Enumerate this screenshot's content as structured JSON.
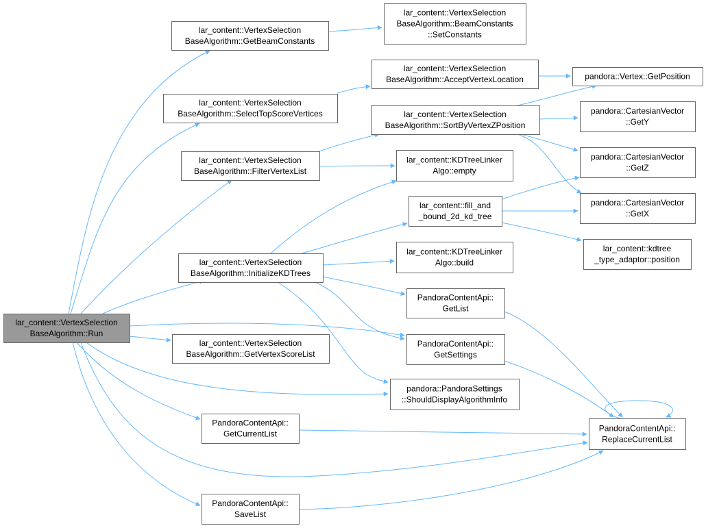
{
  "colors": {
    "node_fill": "#ffffff",
    "node_border": "#666666",
    "root_fill": "#999999",
    "root_border": "#666666",
    "edge": "#63b8ff"
  },
  "nodes": [
    {
      "id": "run",
      "lines": [
        "lar_content::VertexSelection",
        "BaseAlgorithm::Run"
      ],
      "root": true
    },
    {
      "id": "get_beam_constants",
      "lines": [
        "lar_content::VertexSelection",
        "BaseAlgorithm::GetBeamConstants"
      ]
    },
    {
      "id": "set_constants",
      "lines": [
        "lar_content::VertexSelection",
        "BaseAlgorithm::BeamConstants",
        "::SetConstants"
      ]
    },
    {
      "id": "accept_vertex_location",
      "lines": [
        "lar_content::VertexSelection",
        "BaseAlgorithm::AcceptVertexLocation"
      ]
    },
    {
      "id": "vertex_get_position",
      "lines": [
        "pandora::Vertex::GetPosition"
      ]
    },
    {
      "id": "select_top_score_vertices",
      "lines": [
        "lar_content::VertexSelection",
        "BaseAlgorithm::SelectTopScoreVertices"
      ]
    },
    {
      "id": "sort_by_vertex_z_position",
      "lines": [
        "lar_content::VertexSelection",
        "BaseAlgorithm::SortByVertexZPosition"
      ]
    },
    {
      "id": "cartesian_get_y",
      "lines": [
        "pandora::CartesianVector",
        "::GetY"
      ]
    },
    {
      "id": "filter_vertex_list",
      "lines": [
        "lar_content::VertexSelection",
        "BaseAlgorithm::FilterVertexList"
      ]
    },
    {
      "id": "kdtree_empty",
      "lines": [
        "lar_content::KDTreeLinker",
        "Algo::empty"
      ]
    },
    {
      "id": "cartesian_get_z",
      "lines": [
        "pandora::CartesianVector",
        "::GetZ"
      ]
    },
    {
      "id": "fill_and_bound",
      "lines": [
        "lar_content::fill_and",
        "_bound_2d_kd_tree"
      ]
    },
    {
      "id": "cartesian_get_x",
      "lines": [
        "pandora::CartesianVector",
        "::GetX"
      ]
    },
    {
      "id": "kdtree_type_adaptor_position",
      "lines": [
        "lar_content::kdtree",
        "_type_adaptor::position"
      ]
    },
    {
      "id": "initialize_kd_trees",
      "lines": [
        "lar_content::VertexSelection",
        "BaseAlgorithm::InitializeKDTrees"
      ]
    },
    {
      "id": "kdtree_build",
      "lines": [
        "lar_content::KDTreeLinker",
        "Algo::build"
      ]
    },
    {
      "id": "api_get_list",
      "lines": [
        "PandoraContentApi::",
        "GetList"
      ]
    },
    {
      "id": "api_get_settings",
      "lines": [
        "PandoraContentApi::",
        "GetSettings"
      ]
    },
    {
      "id": "get_vertex_score_list",
      "lines": [
        "lar_content::VertexSelection",
        "BaseAlgorithm::GetVertexScoreList"
      ]
    },
    {
      "id": "should_display_algorithm_info",
      "lines": [
        "pandora::PandoraSettings",
        "::ShouldDisplayAlgorithmInfo"
      ]
    },
    {
      "id": "api_get_current_list",
      "lines": [
        "PandoraContentApi::",
        "GetCurrentList"
      ]
    },
    {
      "id": "api_replace_current_list",
      "lines": [
        "PandoraContentApi::",
        "ReplaceCurrentList"
      ]
    },
    {
      "id": "api_save_list",
      "lines": [
        "PandoraContentApi::",
        "SaveList"
      ]
    }
  ],
  "edges": [
    [
      "run",
      "get_beam_constants"
    ],
    [
      "run",
      "select_top_score_vertices"
    ],
    [
      "run",
      "filter_vertex_list"
    ],
    [
      "run",
      "initialize_kd_trees"
    ],
    [
      "run",
      "api_get_settings"
    ],
    [
      "run",
      "get_vertex_score_list"
    ],
    [
      "run",
      "should_display_algorithm_info"
    ],
    [
      "run",
      "api_get_current_list"
    ],
    [
      "run",
      "api_replace_current_list"
    ],
    [
      "run",
      "api_save_list"
    ],
    [
      "get_beam_constants",
      "set_constants"
    ],
    [
      "select_top_score_vertices",
      "accept_vertex_location"
    ],
    [
      "accept_vertex_location",
      "vertex_get_position"
    ],
    [
      "filter_vertex_list",
      "sort_by_vertex_z_position"
    ],
    [
      "filter_vertex_list",
      "kdtree_empty"
    ],
    [
      "sort_by_vertex_z_position",
      "vertex_get_position"
    ],
    [
      "sort_by_vertex_z_position",
      "cartesian_get_y"
    ],
    [
      "sort_by_vertex_z_position",
      "cartesian_get_z"
    ],
    [
      "sort_by_vertex_z_position",
      "cartesian_get_x"
    ],
    [
      "initialize_kd_trees",
      "kdtree_empty"
    ],
    [
      "initialize_kd_trees",
      "fill_and_bound"
    ],
    [
      "initialize_kd_trees",
      "kdtree_build"
    ],
    [
      "initialize_kd_trees",
      "api_get_list"
    ],
    [
      "initialize_kd_trees",
      "api_get_settings"
    ],
    [
      "initialize_kd_trees",
      "should_display_algorithm_info"
    ],
    [
      "fill_and_bound",
      "cartesian_get_z"
    ],
    [
      "fill_and_bound",
      "cartesian_get_x"
    ],
    [
      "fill_and_bound",
      "kdtree_type_adaptor_position"
    ],
    [
      "api_get_list",
      "api_replace_current_list"
    ],
    [
      "api_get_settings",
      "api_replace_current_list"
    ],
    [
      "api_get_current_list",
      "api_replace_current_list"
    ],
    [
      "api_save_list",
      "api_replace_current_list"
    ],
    [
      "api_replace_current_list",
      "api_replace_current_list"
    ]
  ]
}
